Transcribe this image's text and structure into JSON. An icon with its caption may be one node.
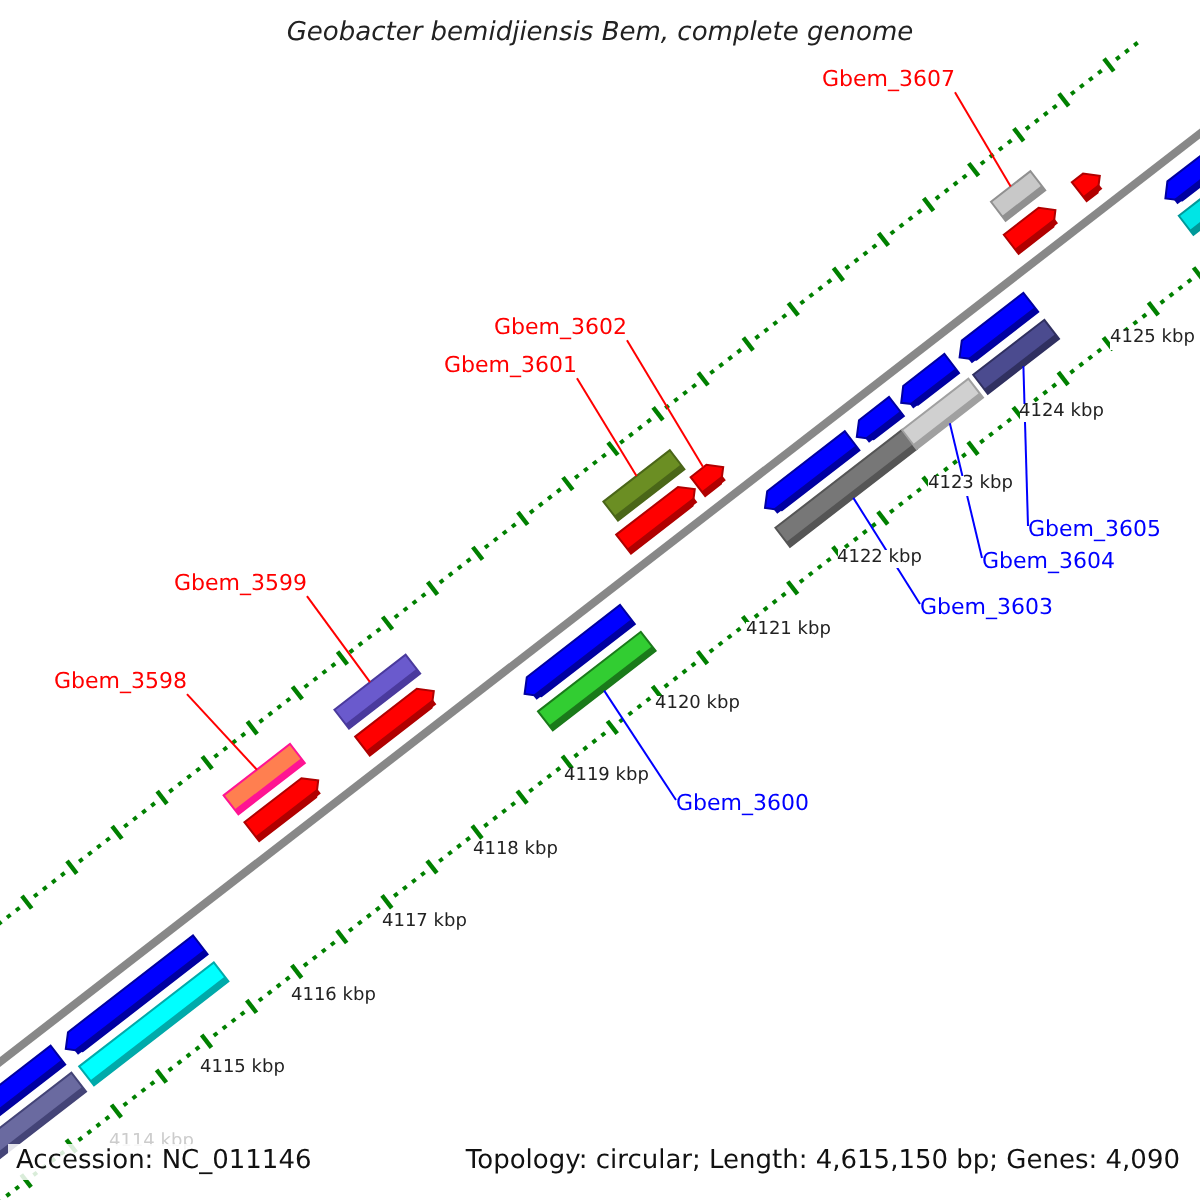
{
  "diagram": {
    "title": "Geobacter bemidjiensis Bem, complete genome",
    "nodes": [
      {
        "text": [
          "Gbem_3607"
        ]
      },
      {
        "text": [
          "Gbem_3602"
        ]
      },
      {
        "text": [
          "Gbem_3601"
        ]
      },
      {
        "text": [
          "Gbem_3599"
        ]
      },
      {
        "text": [
          "Gbem_3598"
        ]
      },
      {
        "text": [
          "Gbem_3600"
        ]
      },
      {
        "text": [
          "Gbem_3603"
        ]
      },
      {
        "text": [
          "Gbem_3604"
        ]
      },
      {
        "text": [
          "Gbem_3605"
        ]
      },
      {
        "text": [],
        "shape": "bar"
      },
      {
        "text": [],
        "shape": "bar"
      },
      {
        "text": [],
        "shape": "bar"
      },
      {
        "text": [],
        "shape": "bar"
      },
      {
        "text": [],
        "shape": "bar"
      },
      {
        "text": [],
        "shape": "bar"
      },
      {
        "text": [],
        "shape": "bar"
      },
      {
        "text": [],
        "shape": "bar"
      },
      {
        "text": [],
        "shape": "bar"
      }
    ],
    "edges": [
      {
        "from": 0,
        "to": 9,
        "arrow": "none"
      },
      {
        "from": 1,
        "to": 10,
        "arrow": "none"
      },
      {
        "from": 2,
        "to": 11,
        "arrow": "none"
      },
      {
        "from": 3,
        "to": 12,
        "arrow": "none"
      },
      {
        "from": 4,
        "to": 13,
        "arrow": "none"
      },
      {
        "from": 5,
        "to": 14,
        "arrow": "none",
        "color": "#0000ff"
      },
      {
        "from": 6,
        "to": 15,
        "arrow": "none",
        "color": "#0000ff"
      },
      {
        "from": 7,
        "to": 16,
        "arrow": "none",
        "color": "#0000ff"
      },
      {
        "from": 8,
        "to": 17,
        "arrow": "none",
        "color": "#0000ff"
      }
    ],
    "labels": [
      "4125 kbp",
      "4124 kbp",
      "4123 kbp",
      "4122 kbp",
      "4121 kbp",
      "4120 kbp",
      "4119 kbp",
      "4118 kbp",
      "4117 kbp",
      "4116 kbp",
      "4115 kbp",
      "4114 kbp",
      "Accession: NC_011146",
      "Topology: circular; Length: 4,615,150 bp; Genes: 4,090"
    ]
  }
}
